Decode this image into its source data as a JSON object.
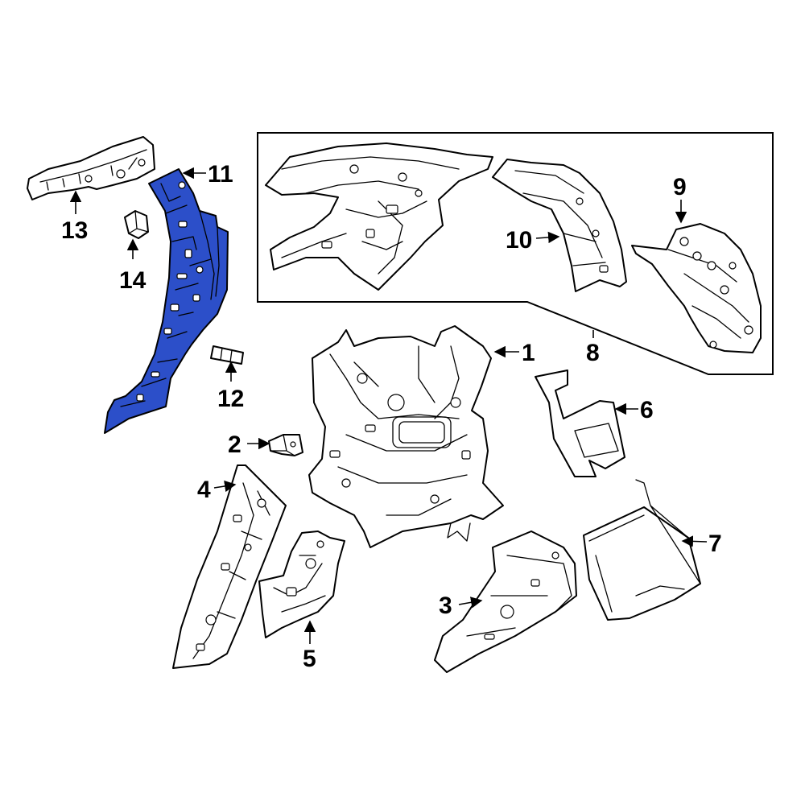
{
  "diagram": {
    "highlight_color": "#2c4fc9",
    "callouts": {
      "c1": "1",
      "c2": "2",
      "c3": "3",
      "c4": "4",
      "c5": "5",
      "c6": "6",
      "c7": "7",
      "c8": "8",
      "c9": "9",
      "c10": "10",
      "c11": "11",
      "c12": "12",
      "c13": "13",
      "c14": "14"
    }
  }
}
